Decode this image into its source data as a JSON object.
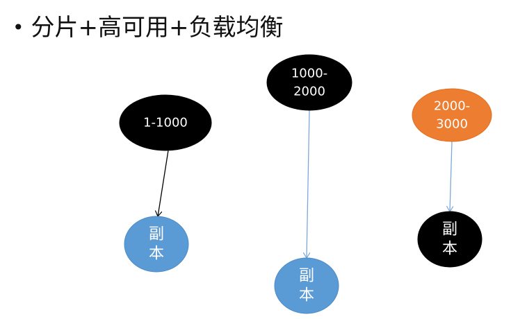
{
  "title": "分片+高可用+负载均衡",
  "bullet": "•",
  "colors": {
    "black": "#000000",
    "orange": "#ED7D31",
    "blue": "#5B9BD5",
    "blue_line": "#7DA7D9",
    "white": "#FFFFFF"
  },
  "nodes": [
    {
      "id": "shard-1",
      "lines": [
        "1-1000"
      ],
      "fill": "black"
    },
    {
      "id": "shard-2",
      "lines": [
        "1000-",
        "2000"
      ],
      "fill": "black"
    },
    {
      "id": "shard-3",
      "lines": [
        "2000-",
        "3000"
      ],
      "fill": "orange"
    },
    {
      "id": "replica-1",
      "lines": [
        "副",
        "本"
      ],
      "fill": "blue"
    },
    {
      "id": "replica-2",
      "lines": [
        "副",
        "本"
      ],
      "fill": "blue"
    },
    {
      "id": "replica-3",
      "lines": [
        "副",
        "本"
      ],
      "fill": "black"
    }
  ],
  "edges": [
    {
      "from": "shard-1",
      "to": "replica-1",
      "color": "black"
    },
    {
      "from": "shard-2",
      "to": "replica-2",
      "color": "blue_line"
    },
    {
      "from": "shard-3",
      "to": "replica-3",
      "color": "blue_line"
    }
  ]
}
